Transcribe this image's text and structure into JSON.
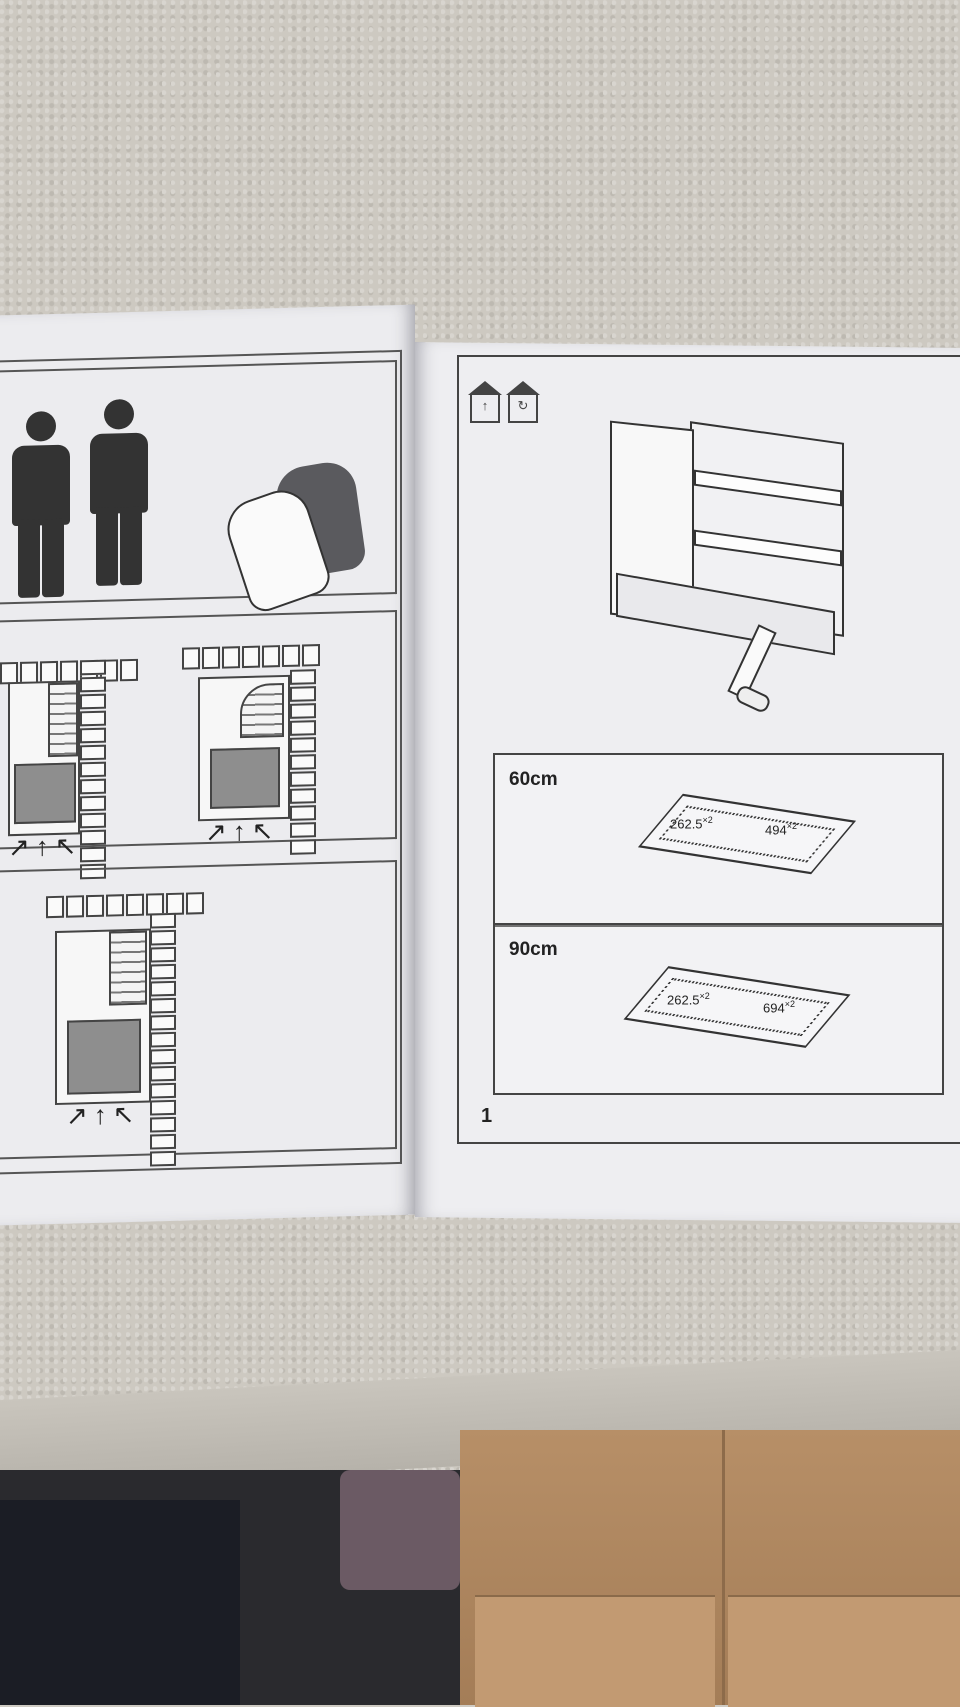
{
  "scene": {
    "description_free": true
  },
  "left_page": {
    "panels": [
      {
        "content": "two-person-lift",
        "icons": [
          "person-icon",
          "person-icon",
          "gloves-icon"
        ]
      },
      {
        "content": "room-entry-straight-and-curved-stairs"
      },
      {
        "content": "room-entry-straight-stairs"
      }
    ]
  },
  "right_page": {
    "step_number": "1",
    "corner_icons": [
      "house-arrow-icon",
      "house-rotate-icon"
    ],
    "variants": [
      {
        "label": "60cm",
        "dim_a": "262.5",
        "dim_a_sup": "×2",
        "dim_b": "494",
        "dim_b_sup": "×2"
      },
      {
        "label": "90cm",
        "dim_a": "262.5",
        "dim_a_sup": "×2",
        "dim_b": "694",
        "dim_b_sup": "×2"
      }
    ]
  },
  "colors": {
    "ink": "#333333",
    "paper": "#eeeef1",
    "towel": "#cdc9c1",
    "cardboard": "#b78f67"
  }
}
